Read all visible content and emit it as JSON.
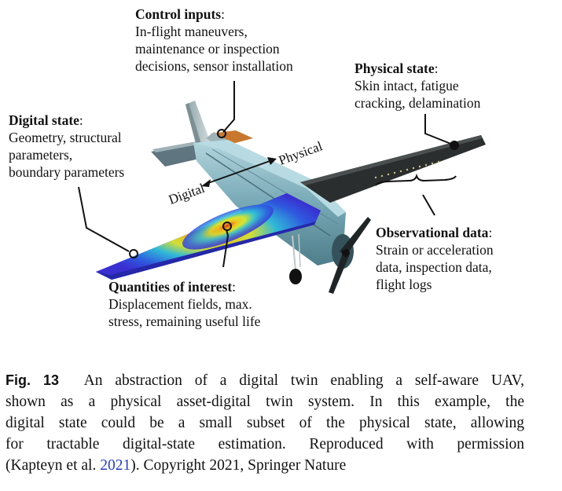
{
  "annotations": {
    "control": {
      "title": "Control inputs",
      "lines": [
        "In-flight maneuvers,",
        "maintenance or inspection",
        "decisions, sensor installation"
      ]
    },
    "physical": {
      "title": "Physical state",
      "lines": [
        "Skin intact, fatigue",
        "cracking, delamination"
      ]
    },
    "digital": {
      "title": "Digital state",
      "lines": [
        "Geometry, structural",
        "parameters,",
        "boundary parameters"
      ]
    },
    "observational": {
      "title": "Observational data",
      "lines": [
        "Strain or acceleration",
        "data, inspection data,",
        "flight logs"
      ]
    },
    "qoi": {
      "title": "Quantities of interest",
      "lines": [
        "Displacement fields, max.",
        "stress, remaining useful life"
      ]
    }
  },
  "axis": {
    "left_label": "Digital",
    "right_label": "Physical"
  },
  "caption": {
    "label": "Fig. 13",
    "lines": [
      "An abstraction of a digital twin enabling a self-aware UAV,",
      "shown as a physical asset-digital twin system. In this example, the",
      "digital state could be a small subset of the physical state, allowing",
      "for tractable digital-state estimation. Reproduced with permission"
    ],
    "last_line_pre": "(Kapteyn et al. ",
    "citation_year": "2021",
    "last_line_post": "). Copyright 2021, Springer Nature"
  },
  "colors": {
    "citation": "#2a3fb0",
    "tail_tip": "#c8782e",
    "wing_dark": "#2b2e2e"
  }
}
